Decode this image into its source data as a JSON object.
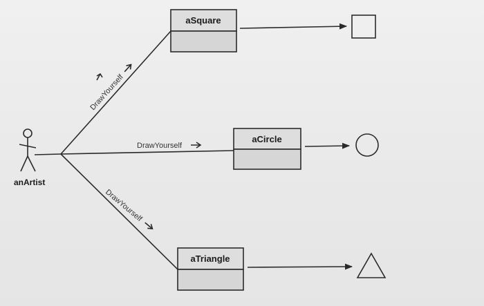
{
  "actor": {
    "label": "anArtist",
    "icon": "stick-figure-icon"
  },
  "messages": {
    "square": "DrawYourself",
    "circle": "DrawYourself",
    "triangle": "DrawYourself"
  },
  "objects": {
    "square": {
      "title": "aSquare",
      "shape": "square-icon"
    },
    "circle": {
      "title": "aCircle",
      "shape": "circle-icon"
    },
    "triangle": {
      "title": "aTriangle",
      "shape": "triangle-icon"
    }
  }
}
